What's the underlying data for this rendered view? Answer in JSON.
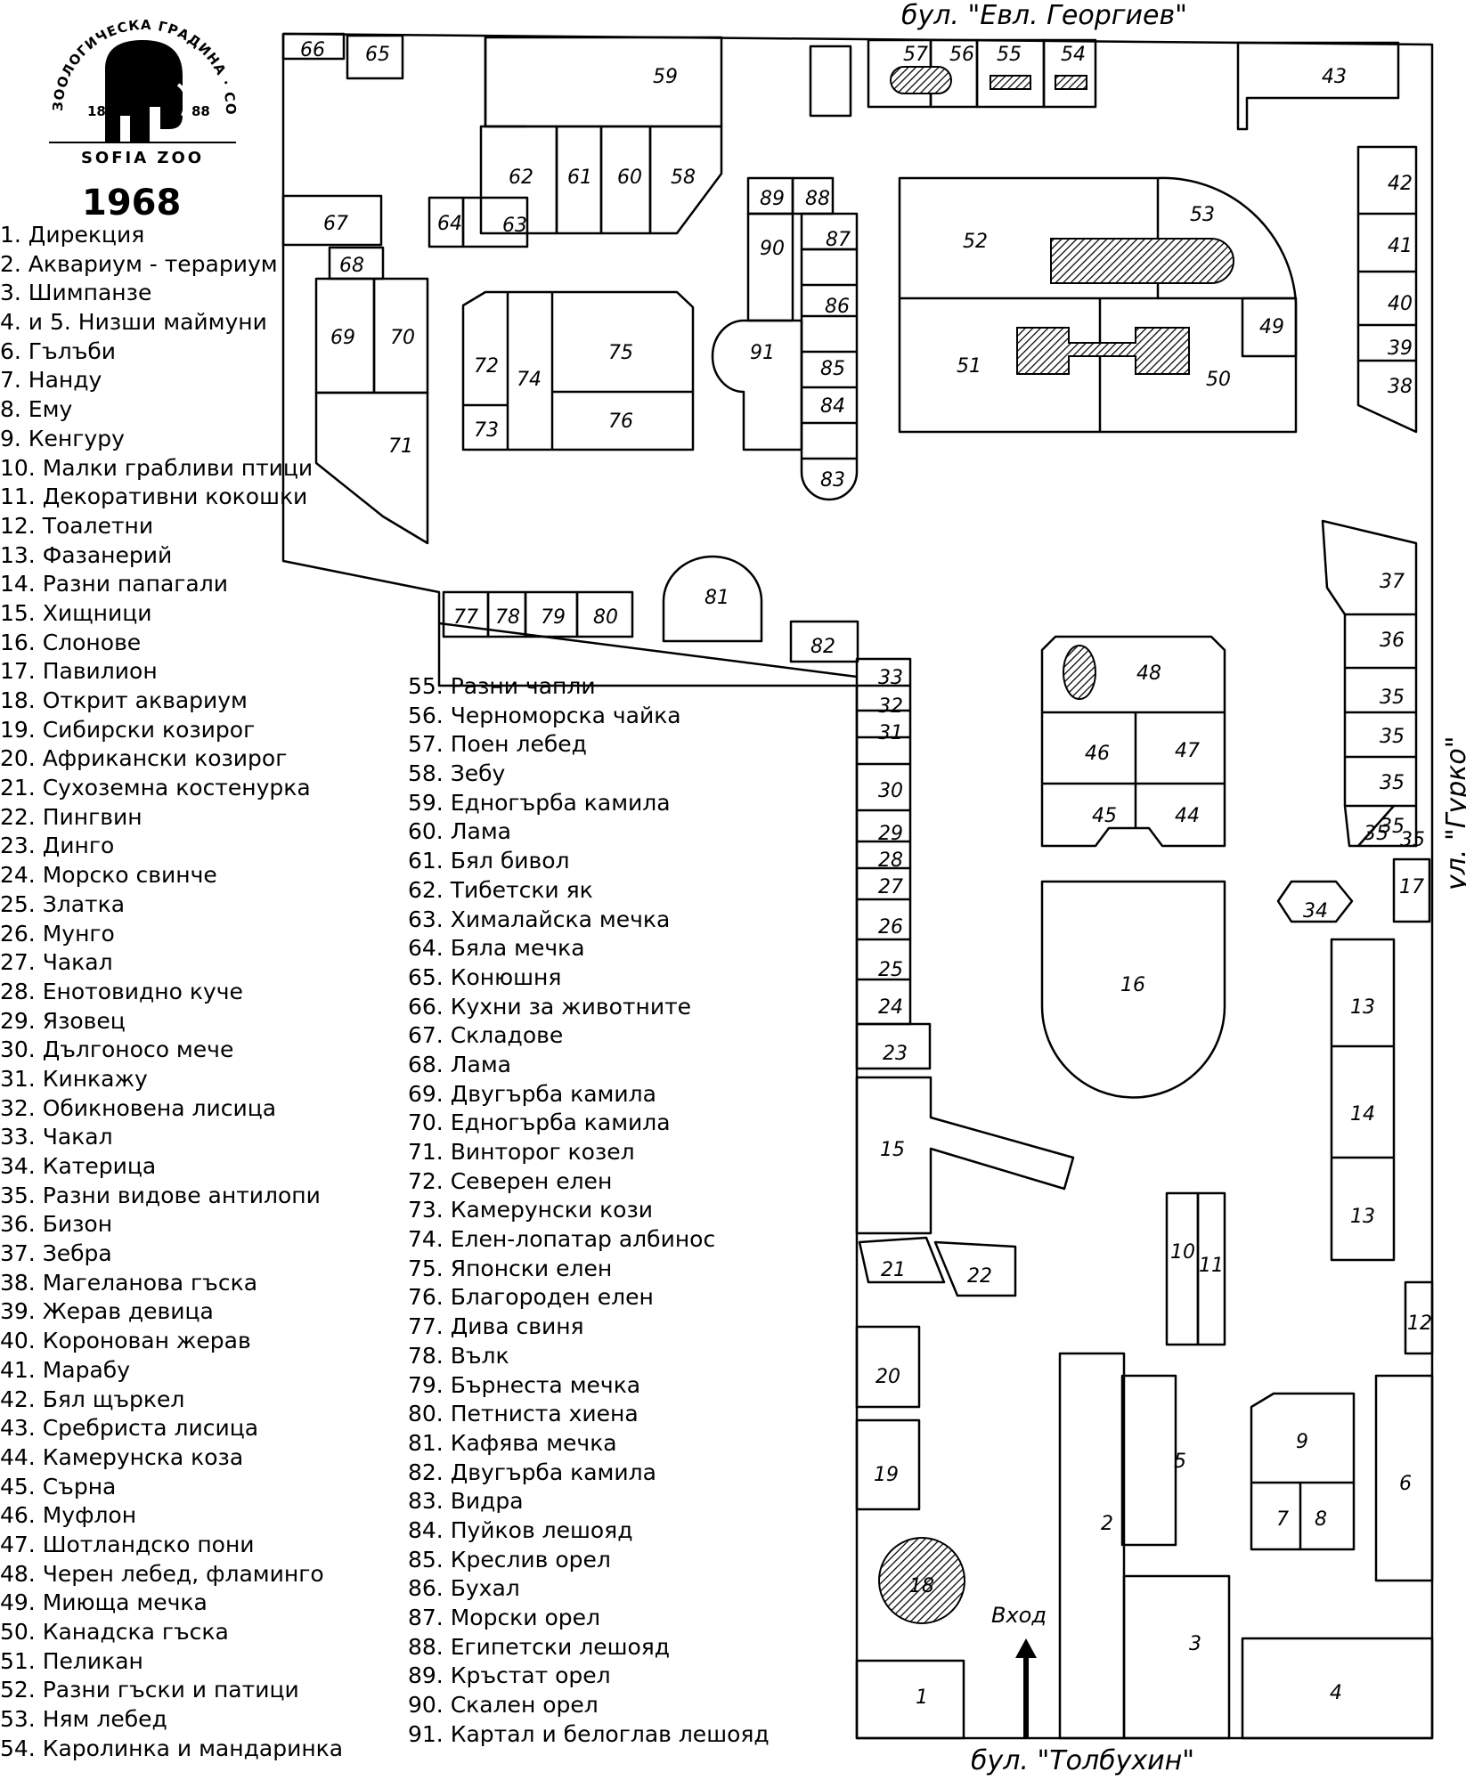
{
  "logo": {
    "arc_text": "ЗООЛОГИЧЕСКА ГРАДИНА · СОФИЯ",
    "year_left": "18",
    "year_right": "88",
    "caption": "SOFIA ZOO"
  },
  "year": "1968",
  "streets": {
    "top": "бул. \"Евл. Георгиев\"",
    "right": "ул. \"Гурко\"",
    "bottom": "бул. \"Толбухин\""
  },
  "entrance": "Вход",
  "legend_left": [
    "1. Дирекция",
    "2. Аквариум - терариум",
    "3. Шимпанзе",
    "4. и 5. Низши маймуни",
    "6. Гълъби",
    "7. Нанду",
    "8. Ему",
    "9. Кенгуру",
    "10. Малки грабливи птици",
    "11. Декоративни кокошки",
    "12. Тоалетни",
    "13. Фазанерий",
    "14. Разни папагали",
    "15. Хищници",
    "16. Слонове",
    "17. Павилион",
    "18. Открит аквариум",
    "19. Сибирски козирог",
    "20. Африкански козирог",
    "21. Сухоземна костенурка",
    "22. Пингвин",
    "23. Динго",
    "24. Морско свинче",
    "25. Златка",
    "26. Мунго",
    "27. Чакал",
    "28. Енотовидно куче",
    "29. Язовец",
    "30. Дългоносо мече",
    "31. Кинкажу",
    "32. Обикновена лисица",
    "33. Чакал",
    "34. Катерица",
    "35. Разни видове антилопи",
    "36. Бизон",
    "37. Зебра",
    "38. Магеланова гъска",
    "39. Жерав девица",
    "40. Коронован жерав",
    "41. Марабу",
    "42. Бял щъркел",
    "43. Сребриста лисица",
    "44. Камерунска коза",
    "45. Сърна",
    "46. Муфлон",
    "47. Шотландско пони",
    "48. Черен лебед, фламинго",
    "49. Миюща мечка",
    "50. Канадска гъска",
    "51. Пеликан",
    "52. Разни гъски и патици",
    "53. Ням лебед",
    "54. Каролинка и мандаринка"
  ],
  "legend_right": [
    "55. Разни чапли",
    "56. Черноморска чайка",
    "57. Поен лебед",
    "58. Зебу",
    "59. Едногърба камила",
    "60. Лама",
    "61. Бял бивол",
    "62. Тибетски як",
    "63. Хималайска мечка",
    "64. Бяла мечка",
    "65. Конюшня",
    "66. Кухни за животните",
    "67. Складове",
    "68. Лама",
    "69. Двугърба камила",
    "70. Едногърба камила",
    "71. Винторог козел",
    "72. Северен елен",
    "73. Камерунски кози",
    "74. Елен-лопатар албинос",
    "75. Японски елен",
    "76. Благороден елен",
    "77. Дива свиня",
    "78. Вълк",
    "79. Бърнеста мечка",
    "80. Петниста хиена",
    "81. Кафява мечка",
    "82. Двугърба камила",
    "83. Видра",
    "84. Пуйков лешояд",
    "85. Креслив орел",
    "86. Бухал",
    "87. Морски орел",
    "88. Египетски лешояд",
    "89. Кръстат орел",
    "90. Скален орел",
    "91. Картал и белоглав лешояд"
  ],
  "plan_labels": [
    "1",
    "2",
    "3",
    "4",
    "5",
    "6",
    "7",
    "8",
    "9",
    "10",
    "11",
    "12",
    "13",
    "13",
    "14",
    "15",
    "16",
    "17",
    "18",
    "19",
    "20",
    "21",
    "22",
    "23",
    "24",
    "25",
    "26",
    "27",
    "28",
    "29",
    "30",
    "31",
    "32",
    "33",
    "34",
    "35",
    "35",
    "35",
    "35",
    "35",
    "35",
    "36",
    "37",
    "38",
    "39",
    "40",
    "41",
    "42",
    "43",
    "44",
    "45",
    "46",
    "47",
    "48",
    "49",
    "50",
    "51",
    "52",
    "53",
    "54",
    "55",
    "56",
    "57",
    "58",
    "59",
    "60",
    "61",
    "62",
    "63",
    "64",
    "65",
    "66",
    "67",
    "68",
    "69",
    "70",
    "71",
    "72",
    "73",
    "74",
    "75",
    "76",
    "77",
    "78",
    "79",
    "80",
    "81",
    "82",
    "83",
    "84",
    "85",
    "86",
    "87",
    "88",
    "89",
    "90",
    "91"
  ]
}
